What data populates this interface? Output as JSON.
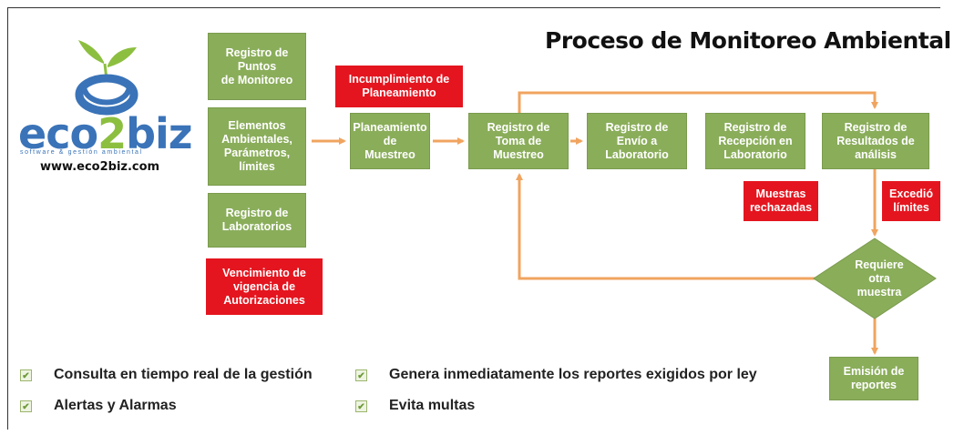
{
  "title": "Proceso de Monitoreo Ambiental",
  "logo": {
    "brand_a": "eco",
    "brand_num": "2",
    "brand_b": "biz",
    "tagline": "software & gestión ambiental",
    "url": "www.eco2biz.com"
  },
  "boxes": {
    "registro_puntos": "Registro de Puntos\nde Monitoreo",
    "elementos": "Elementos\nAmbientales,\nParámetros,\nlímites",
    "registro_laboratorios": "Registro de\nLaboratorios",
    "vencimiento": "Vencimiento de\nvigencia de\nAutorizaciones",
    "incumplimiento": "Incumplimiento de\nPlaneamiento",
    "planeamiento": "Planeamiento\nde\nMuestreo",
    "toma_muestreo": "Registro de\nToma de\nMuestreo",
    "envio_laboratorio": "Registro de\nEnvío a\nLaboratorio",
    "recepcion_laboratorio": "Registro de\nRecepción en\nLaboratorio",
    "resultados": "Registro de\nResultados de\nanálisis",
    "muestras_rechazadas": "Muestras\nrechazadas",
    "excedio_limites": "Excedió\nlímites",
    "requiere_muestra": "Requiere\notra\nmuestra",
    "emision_reportes": "Emisión de\nreportes"
  },
  "bullets": [
    "Consulta en tiempo real de la gestión",
    "Genera inmediatamente los reportes exigidos por ley",
    "Alertas y Alarmas",
    "Evita multas"
  ],
  "colors": {
    "green_box": "#8aad5a",
    "red_box": "#e4151f",
    "arrow": "#f0a45f",
    "logo_blue": "#3a73b8",
    "logo_green": "#8cbf3f"
  }
}
